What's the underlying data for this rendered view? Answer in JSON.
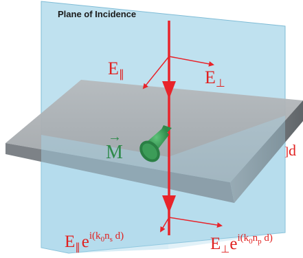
{
  "diagram": {
    "plane_label": "Plane of Incidence",
    "e_parallel": {
      "base": "E",
      "sub": "∥"
    },
    "e_perp": {
      "base": "E",
      "sub": "⊥"
    },
    "magnetization": {
      "base": "M",
      "arrow": "→"
    },
    "thickness": {
      "bracket": "]",
      "letter": "d"
    },
    "e_parallel_out": {
      "base": "E",
      "sub": "∥",
      "e": "e",
      "exp_main": "i(k",
      "exp_sub1": "0",
      "exp_mid": "n",
      "exp_sub2": "s",
      "exp_end": " d)"
    },
    "e_perp_out": {
      "base": "E",
      "sub": "⊥",
      "e": "e",
      "exp_main": "i(k",
      "exp_sub1": "0",
      "exp_mid": "n",
      "exp_sub2": "p",
      "exp_end": " d)"
    }
  },
  "colors": {
    "beam": "#e8232a",
    "label_red": "#e0201f",
    "magnet_green": "#2e8a4a",
    "plane_blue": "#a9d7ea",
    "slab_gray": "#a7abaf"
  }
}
